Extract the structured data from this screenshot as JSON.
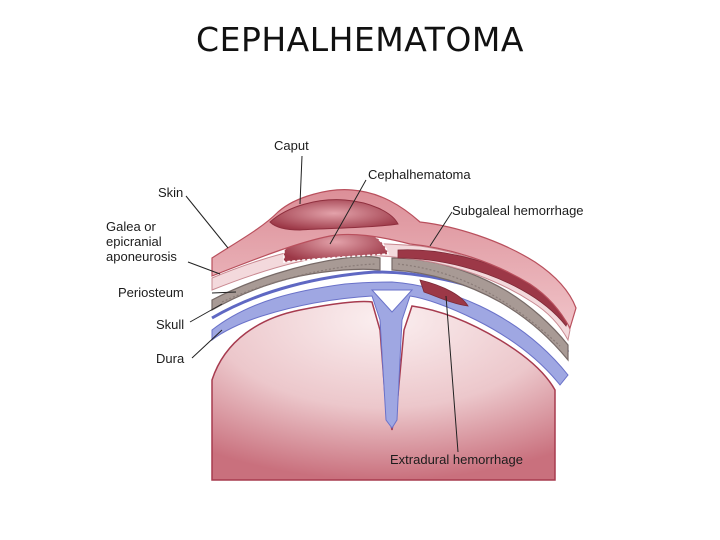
{
  "title": "CEPHALHEMATOMA",
  "labels": {
    "caput": "Caput",
    "cephalhematoma": "Cephalhematoma",
    "skin": "Skin",
    "galea_line1": "Galea or",
    "galea_line2": "epicranial",
    "galea_line3": "aponeurosis",
    "subgaleal": "Subgaleal hemorrhage",
    "periosteum": "Periosteum",
    "skull": "Skull",
    "dura": "Dura",
    "extradural": "Extradural hemorrhage"
  },
  "colors": {
    "skin": "#e7a7ae",
    "skin_dark": "#b9505d",
    "hemorrhage": "#9c3847",
    "galea": "#f3d9dc",
    "periosteum": "#5f68c3",
    "skull": "#a89a95",
    "skull_dark": "#776a67",
    "dura": "#9fa7e2",
    "brain": "#f4dfe1",
    "brain_edge": "#a73b4f"
  }
}
